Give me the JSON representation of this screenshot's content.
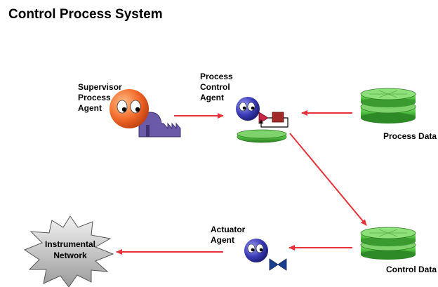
{
  "title": "Control Process System",
  "nodes": {
    "supervisor": {
      "label_lines": [
        "Supervisor",
        "Process",
        "Agent"
      ]
    },
    "process_control": {
      "label_lines": [
        "Process",
        "Control",
        "Agent"
      ]
    },
    "process_data": {
      "label": "Process Data"
    },
    "control_data": {
      "label": "Control Data"
    },
    "actuator": {
      "label_lines": [
        "Actuator",
        "Agent"
      ]
    },
    "network": {
      "label_lines": [
        "Instrumental",
        "Network"
      ]
    }
  },
  "colors": {
    "arrow": "#e8323a",
    "agent_orange": "#f26a2a",
    "agent_blue": "#3a3ab8",
    "database_green": "#4fbf3f",
    "factory_purple": "#6a5aa8",
    "valve_blue": "#1a3f8f",
    "starburst_gray": "#bdbdbd"
  }
}
